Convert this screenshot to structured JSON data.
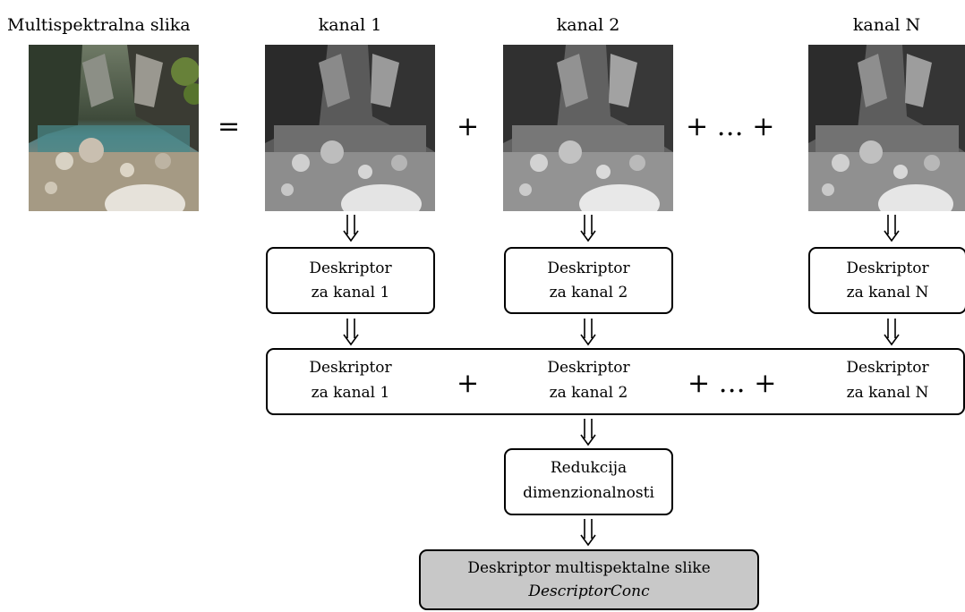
{
  "input": {
    "title": "Multispektralna slika",
    "equals": "="
  },
  "channels": [
    {
      "title": "kanal 1",
      "descriptor_line1": "Deskriptor",
      "descriptor_line2": "za kanal 1"
    },
    {
      "title": "kanal 2",
      "descriptor_line1": "Deskriptor",
      "descriptor_line2": "za kanal 2"
    },
    {
      "title": "kanal N",
      "descriptor_line1": "Deskriptor",
      "descriptor_line2": "za kanal N"
    }
  ],
  "operators": {
    "plus": "+",
    "ellipsis": "+ … +"
  },
  "concatenation": {
    "items": [
      {
        "line1": "Deskriptor",
        "line2": "za kanal 1"
      },
      {
        "line1": "Deskriptor",
        "line2": "za kanal 2"
      },
      {
        "line1": "Deskriptor",
        "line2": "za kanal N"
      }
    ]
  },
  "reduction": {
    "line1": "Redukcija",
    "line2": "dimenzionalnosti"
  },
  "output": {
    "line1": "Deskriptor multispektalne slike",
    "line2": "DescriptorConc"
  },
  "colors": {
    "output_fill": "#c8c8c8",
    "stroke": "#000000"
  },
  "icons": {
    "flow_arrow": "double-down-arrow-icon"
  }
}
